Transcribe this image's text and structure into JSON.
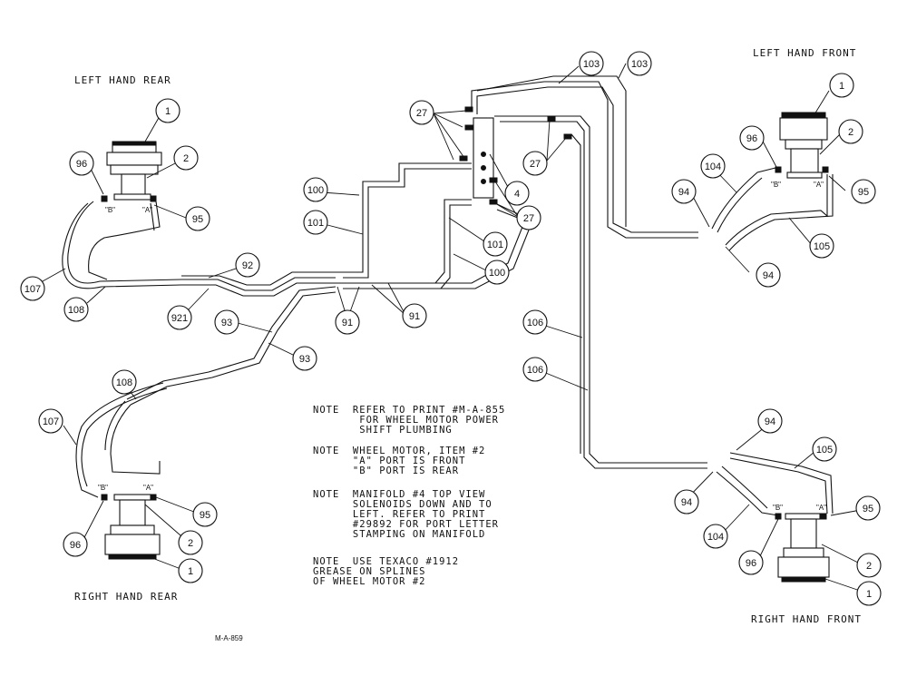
{
  "titles": {
    "left_hand_rear": "LEFT HAND REAR",
    "left_hand_front": "LEFT HAND FRONT",
    "right_hand_rear": "RIGHT HAND REAR",
    "right_hand_front": "RIGHT HAND FRONT"
  },
  "drawing_number": "M-A-859",
  "ports": {
    "a": "\"A\"",
    "b": "\"B\""
  },
  "notes": [
    [
      "NOTE  REFER TO PRINT #M-A-855",
      "       FOR WHEEL MOTOR POWER",
      "       SHIFT PLUMBING"
    ],
    [
      "NOTE  WHEEL MOTOR, ITEM #2",
      "      \"A\" PORT IS FRONT",
      "      \"B\" PORT IS REAR"
    ],
    [
      "NOTE  MANIFOLD #4 TOP VIEW",
      "      SOLENOIDS DOWN AND TO",
      "      LEFT. REFER TO PRINT",
      "      #29892 FOR PORT LETTER",
      "      STAMPING ON MANIFOLD"
    ],
    [
      "NOTE  USE TEXACO #1912",
      "GREASE ON SPLINES",
      "OF WHEEL MOTOR #2"
    ]
  ],
  "callouts": {
    "c1": "1",
    "c2": "2",
    "c4": "4",
    "c27": "27",
    "c91": "91",
    "c92": "92",
    "c921": "921",
    "c93": "93",
    "c94": "94",
    "c95": "95",
    "c96": "96",
    "c100": "100",
    "c101": "101",
    "c103": "103",
    "c104": "104",
    "c105": "105",
    "c106": "106",
    "c107": "107",
    "c108": "108"
  }
}
